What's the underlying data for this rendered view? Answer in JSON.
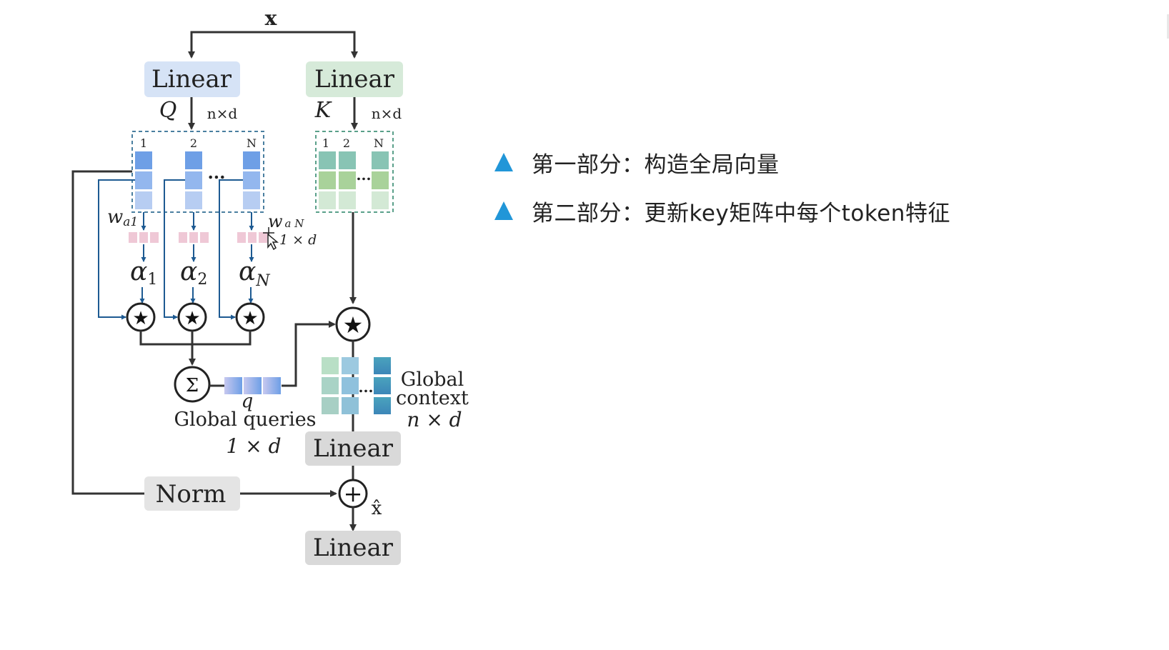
{
  "diagram": {
    "input_label": "x",
    "linear_q_label": "Linear",
    "linear_k_label": "Linear",
    "q_symbol": "Q",
    "k_symbol": "K",
    "q_dim": "n×d",
    "k_dim": "n×d",
    "q_col_labels": [
      "1",
      "2",
      "N"
    ],
    "k_col_labels": [
      "1",
      "2",
      "N"
    ],
    "ellipsis": "...",
    "w_a1": "w",
    "w_a1_sub": "a1",
    "w_aN": "w",
    "w_aN_sub": "a N",
    "w_dim": "1 × d",
    "alpha_symbol": "α",
    "alpha_subs": [
      "1",
      "2",
      "N"
    ],
    "star_glyph": "★",
    "sum_glyph": "Σ",
    "q_vec_label": "q",
    "global_queries_label": "Global queries",
    "global_queries_dim": "1 × d",
    "global_context_line1": "Global",
    "global_context_line2": "context",
    "global_context_dim": "n × d",
    "linear_ctx_label": "Linear",
    "norm_label": "Norm",
    "plus_glyph": "+",
    "xhat_label": "x̂",
    "linear_out_label": "Linear",
    "colors": {
      "linear_q_fill": "#d6e3f6",
      "linear_k_fill": "#d6ead9",
      "linear_gray_fill": "#d9d9d9",
      "q_cell": "#6e9fe6",
      "k_cell": "#88c4b4",
      "arrow": "#333333",
      "thin_arrow": "#1d5a92"
    }
  },
  "bullets": [
    "第一部分：构造全局向量",
    "第二部分：更新key矩阵中每个token特征"
  ]
}
